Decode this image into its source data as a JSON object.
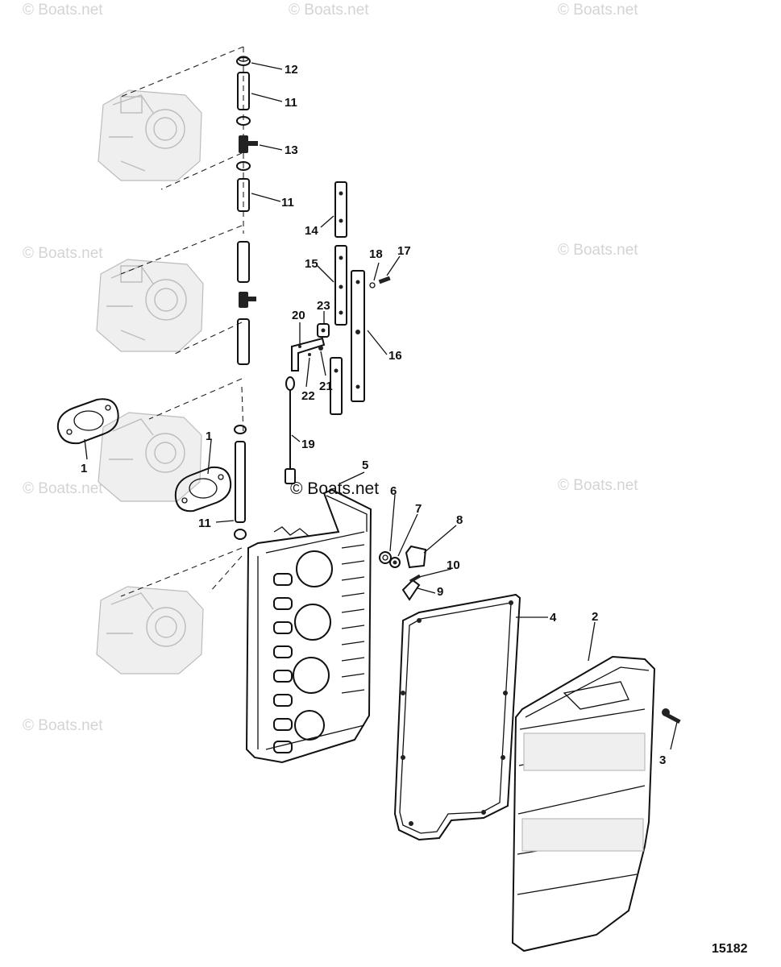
{
  "watermarks": {
    "text": "© Boats.net",
    "center_text": "© Boats.net"
  },
  "figure_number": "15182",
  "callouts": {
    "c1a": "1",
    "c1b": "1",
    "c2": "2",
    "c3": "3",
    "c4": "4",
    "c5": "5",
    "c6": "6",
    "c7": "7",
    "c8": "8",
    "c9": "9",
    "c10": "10",
    "c11a": "11",
    "c11b": "11",
    "c11c": "11",
    "c12": "12",
    "c13": "13",
    "c14": "14",
    "c15": "15",
    "c16": "16",
    "c17": "17",
    "c18": "18",
    "c19": "19",
    "c20": "20",
    "c21": "21",
    "c22": "22",
    "c23": "23"
  }
}
